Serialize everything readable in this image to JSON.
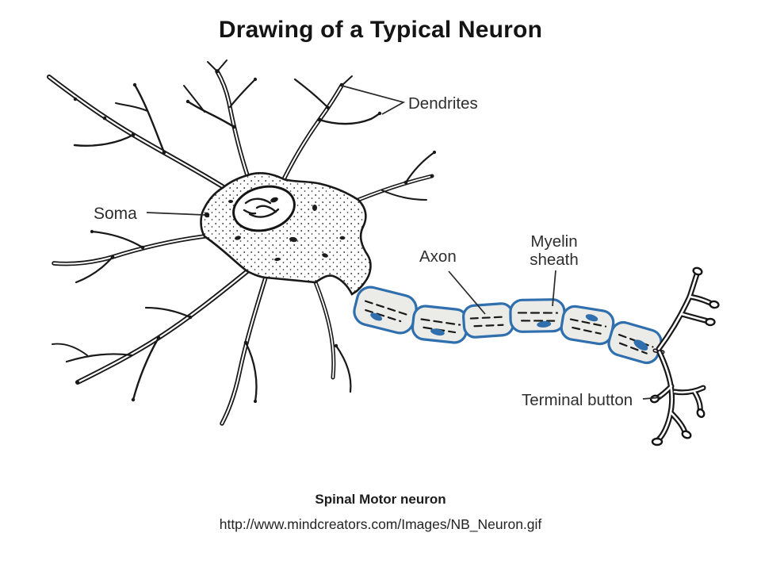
{
  "slide": {
    "title": "Drawing of a Typical Neuron",
    "caption": "Spinal Motor neuron",
    "source_url": "http://www.mindcreators.com/Images/NB_Neuron.gif"
  },
  "diagram": {
    "labels": {
      "dendrites": "Dendrites",
      "soma": "Soma",
      "axon": "Axon",
      "myelin_line1": "Myelin",
      "myelin_line2": "sheath",
      "terminal_button": "Terminal button"
    },
    "colors": {
      "ink": "#191919",
      "myelin_outline": "#2f6fae",
      "myelin_fill": "#ebebe7",
      "label_text": "#2e2e2e",
      "background": "#ffffff"
    }
  }
}
